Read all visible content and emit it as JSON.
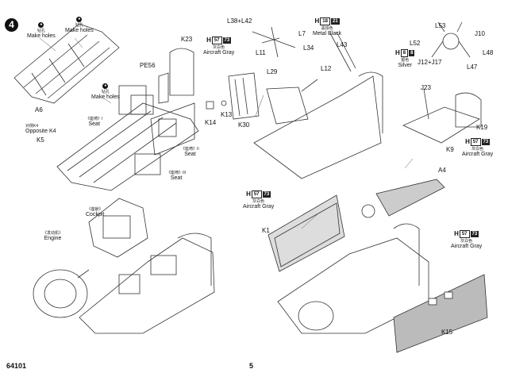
{
  "step": {
    "number": "4"
  },
  "footer": {
    "kit_number": "64101",
    "page_number": "5"
  },
  "drill_notes": [
    {
      "cn": "钻孔",
      "en": "Make holes"
    },
    {
      "cn": "钻孔",
      "en": "Make holes"
    },
    {
      "cn": "钻孔",
      "en": "Make holes"
    }
  ],
  "parts": {
    "a6": "A6",
    "pe56": "PE56",
    "k23": "K23",
    "k14": "K14",
    "k13": "K13",
    "k30": "K30",
    "k5": "K5",
    "opposite_k4_cn": "对侧K4",
    "opposite_k4": "Opposite K4",
    "l38_l42": "L38+L42",
    "l7": "L7",
    "l11": "L11",
    "l34": "L34",
    "l29": "L29",
    "l12": "L12",
    "l43": "L43",
    "l53": "L53",
    "l52": "L52",
    "j10": "J10",
    "l48": "L48",
    "j12_j17": "J12+J17",
    "l47": "L47",
    "j23": "J23",
    "k19": "K19",
    "k9": "K9",
    "k1": "K1",
    "a4": "A4",
    "k15": "K15"
  },
  "seats": [
    {
      "cn": "《座椅》I",
      "en": "Seat"
    },
    {
      "cn": "《座椅》II",
      "en": "Seat"
    },
    {
      "cn": "《座椅》III",
      "en": "Seat"
    }
  ],
  "subassemblies": {
    "cockpit_cn": "《座舱》",
    "cockpit": "Cockpit",
    "engine_cn": "《发动机》",
    "engine": "Engine"
  },
  "paints": {
    "k23": {
      "h": "H",
      "code": "57",
      "tag": "73",
      "cn": "灰白色",
      "en": "Aircraft Gray"
    },
    "metal_black": {
      "h": "H",
      "code": "18",
      "tag": "21",
      "cn": "黑铁色",
      "en": "Metal Black"
    },
    "silver": {
      "h": "H",
      "code": "8",
      "tag": "8",
      "cn": "银色",
      "en": "Silver"
    },
    "k19": {
      "h": "H",
      "code": "57",
      "tag": "73",
      "cn": "灰白色",
      "en": "Aircraft Gray"
    },
    "k1": {
      "h": "H",
      "code": "57",
      "tag": "73",
      "cn": "灰白色",
      "en": "Aircraft Gray"
    },
    "k15": {
      "h": "H",
      "code": "57",
      "tag": "73",
      "cn": "灰白色",
      "en": "Aircraft Gray"
    }
  }
}
